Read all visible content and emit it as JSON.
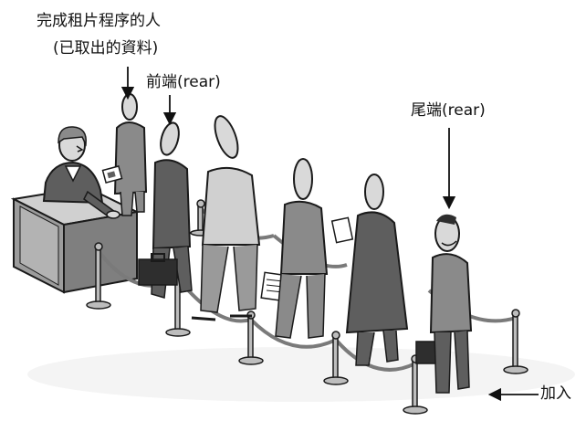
{
  "labels": {
    "completed_line1": "完成租片程序的人",
    "completed_line2": "(已取出的資料)",
    "front": "前端(rear)",
    "rear": "尾端(rear)",
    "join": "加入"
  },
  "colors": {
    "ink": "#1a1a1a",
    "suit_dark": "#5e5e5e",
    "suit_mid": "#8a8a8a",
    "suit_light": "#bdbdbd",
    "skin": "#d9d9d9",
    "desk_top": "#cfcfcf",
    "desk_front": "#9a9a9a",
    "rope": "#7a7a7a"
  }
}
